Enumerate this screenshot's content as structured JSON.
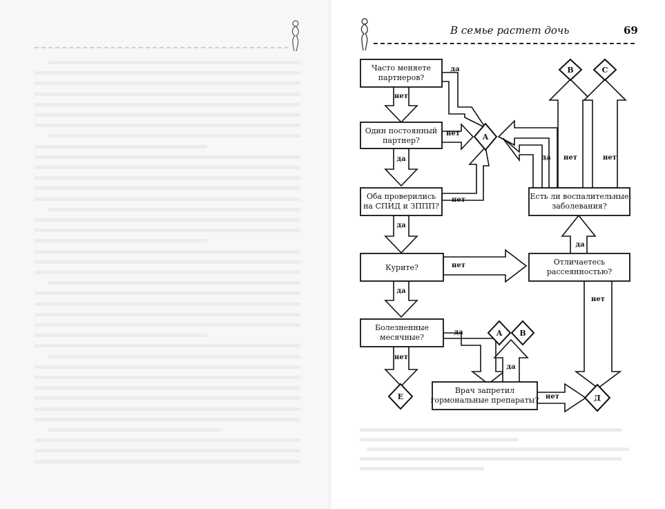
{
  "header": {
    "running_title": "В семье растет дочь",
    "page_number": "69"
  },
  "flowchart": {
    "nodes": {
      "q1": [
        "Часто меняете",
        "партнеров?"
      ],
      "q2": [
        "Один постоянный",
        "партнер?"
      ],
      "q3": [
        "Оба проверились",
        "на СПИД и ЗППП?"
      ],
      "q4": [
        "Курите?"
      ],
      "q5": [
        "Болезненные",
        "месячные?"
      ],
      "q6": [
        "Врач запретил",
        "гормональные препараты?"
      ],
      "q7": [
        "Есть ли воспалительные",
        "заболевания?"
      ],
      "q8": [
        "Отличаетесь",
        "рассеянностью?"
      ]
    },
    "results": {
      "a": "A",
      "b": "B",
      "c": "C",
      "d": "Д",
      "e": "E",
      "a2": "A",
      "b2": "B"
    },
    "labels": {
      "yes": "да",
      "no": "нет"
    }
  }
}
